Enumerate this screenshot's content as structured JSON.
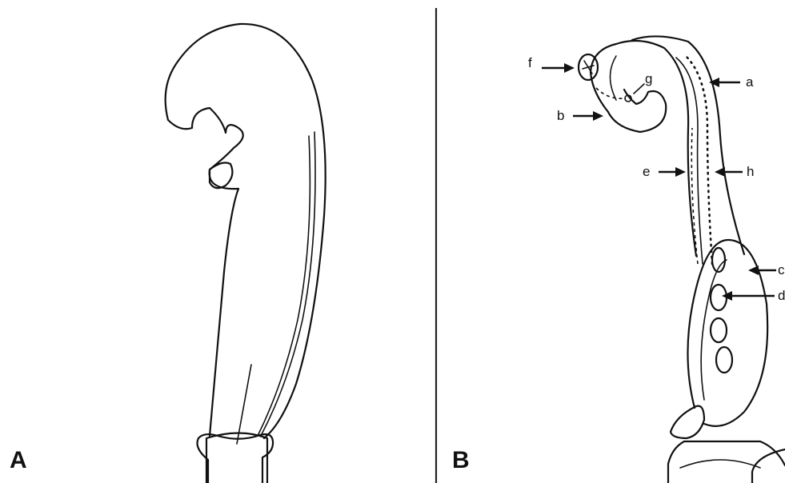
{
  "panels": [
    {
      "letter": "A"
    },
    {
      "letter": "B"
    }
  ],
  "labels": {
    "a": "a",
    "b": "b",
    "c": "c",
    "d": "d",
    "e": "e",
    "f": "f",
    "g": "g",
    "h": "h"
  }
}
